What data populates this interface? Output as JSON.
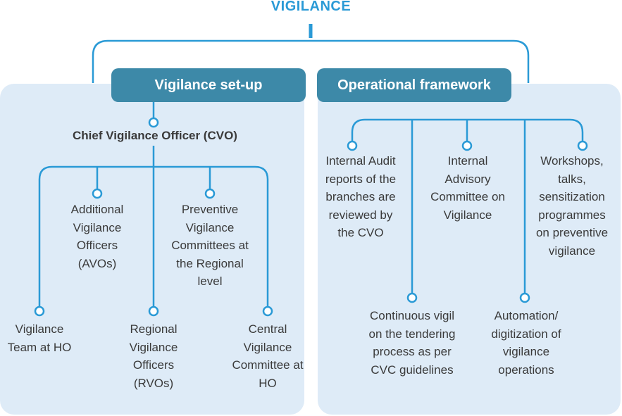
{
  "title": "VIGILANCE",
  "setup": {
    "header": "Vigilance set-up",
    "cvo": "Chief Vigilance Officer (CVO)",
    "items": [
      "Additional Vigilance Officers (AVOs)",
      "Preventive Vigilance Committees at the Regional level",
      "Vigilance Team at HO",
      "Regional Vigilance Officers (RVOs)",
      "Central Vigilance Committee at HO"
    ]
  },
  "framework": {
    "header": "Operational framework",
    "items": [
      "Internal Audit reports of the branches are reviewed by the CVO",
      "Internal Advisory Committee on Vigilance",
      "Workshops, talks, sensitization programmes on preventive vigilance",
      "Continuous vigil on the tendering process as per CVC guidelines",
      "Automation/ digitization of vigilance operations"
    ]
  },
  "colors": {
    "line": "#2a9ad6",
    "header_bg": "#3d89a8",
    "panel_bg": "#deebf7",
    "title": "#2a9ad6"
  }
}
